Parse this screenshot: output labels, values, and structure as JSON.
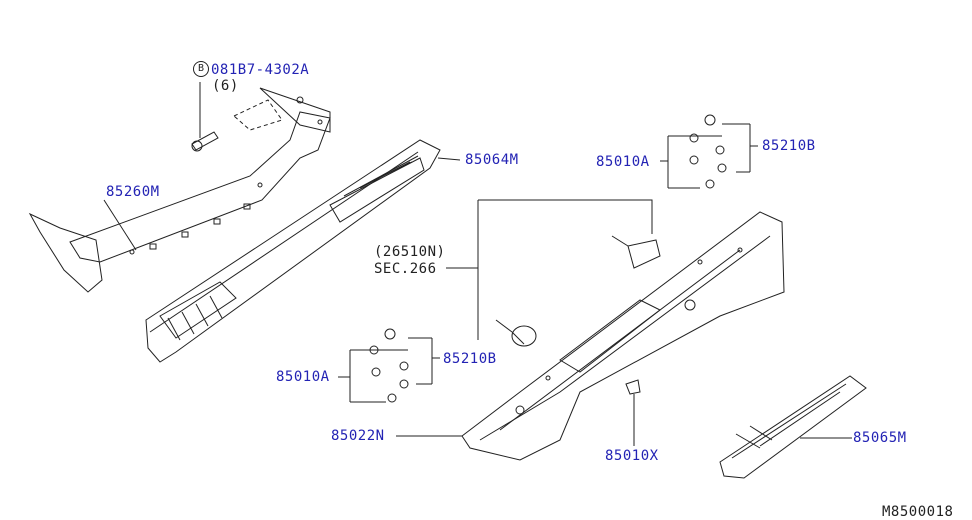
{
  "colors": {
    "callout": "#2323b4",
    "line": "#222222",
    "background": "#ffffff"
  },
  "labels": {
    "bolt_part": "081B7-4302A",
    "bolt_qty": "(6)",
    "bolt_symbol": "B",
    "p85260M": "85260M",
    "p85064M": "85064M",
    "p85010A_top": "85010A",
    "p85210B_top": "85210B",
    "p26510N": "(26510N)",
    "sec266": "SEC.266",
    "p85010A_bot": "85010A",
    "p85210B_bot": "85210B",
    "p85022N": "85022N",
    "p85010X": "85010X",
    "p85065M": "85065M",
    "figure_code": "M8500018"
  }
}
